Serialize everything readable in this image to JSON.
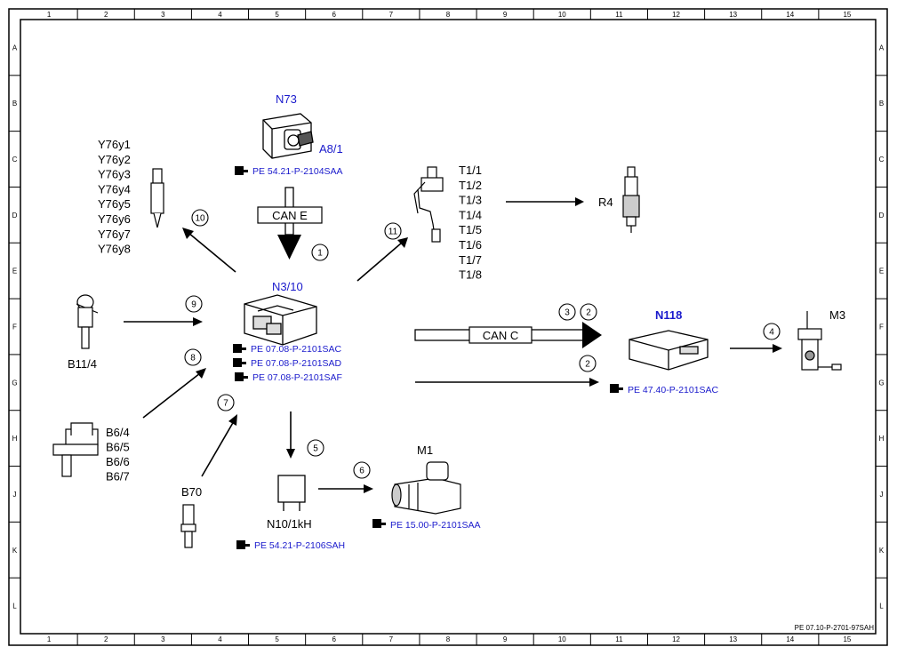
{
  "grid": {
    "columns": [
      "1",
      "2",
      "3",
      "4",
      "5",
      "6",
      "7",
      "8",
      "9",
      "10",
      "11",
      "12",
      "13",
      "14",
      "15"
    ],
    "rows": [
      "A",
      "B",
      "C",
      "D",
      "E",
      "F",
      "G",
      "H",
      "J",
      "K",
      "L"
    ]
  },
  "components": {
    "n73": "N73",
    "a81": "A8/1",
    "n310": "N3/10",
    "n118": "N118",
    "m3": "M3",
    "m1": "M1",
    "r4": "R4",
    "b114": "B11/4",
    "b70": "B70",
    "n101kh": "N10/1kH",
    "y76": [
      "Y76y1",
      "Y76y2",
      "Y76y3",
      "Y76y4",
      "Y76y5",
      "Y76y6",
      "Y76y7",
      "Y76y8"
    ],
    "t1": [
      "T1/1",
      "T1/2",
      "T1/3",
      "T1/4",
      "T1/5",
      "T1/6",
      "T1/7",
      "T1/8"
    ],
    "b6": [
      "B6/4",
      "B6/5",
      "B6/6",
      "B6/7"
    ]
  },
  "refs": {
    "n73": "PE 54.21-P-2104SAA",
    "n310": [
      "PE 07.08-P-2101SAC",
      "PE 07.08-P-2101SAD",
      "PE 07.08-P-2101SAF"
    ],
    "n118": "PE 47.40-P-2101SAC",
    "m1": "PE 15.00-P-2101SAA",
    "n101kh": "PE 54.21-P-2106SAH"
  },
  "buses": {
    "can_e": "CAN E",
    "can_c": "CAN C"
  },
  "markers": {
    "m1": "1",
    "m2a": "2",
    "m2b": "2",
    "m3": "3",
    "m4": "4",
    "m5": "5",
    "m6": "6",
    "m7": "7",
    "m8": "8",
    "m9": "9",
    "m10": "10",
    "m11": "11"
  },
  "doc_id": "PE 07.10-P-2701-97SAH"
}
